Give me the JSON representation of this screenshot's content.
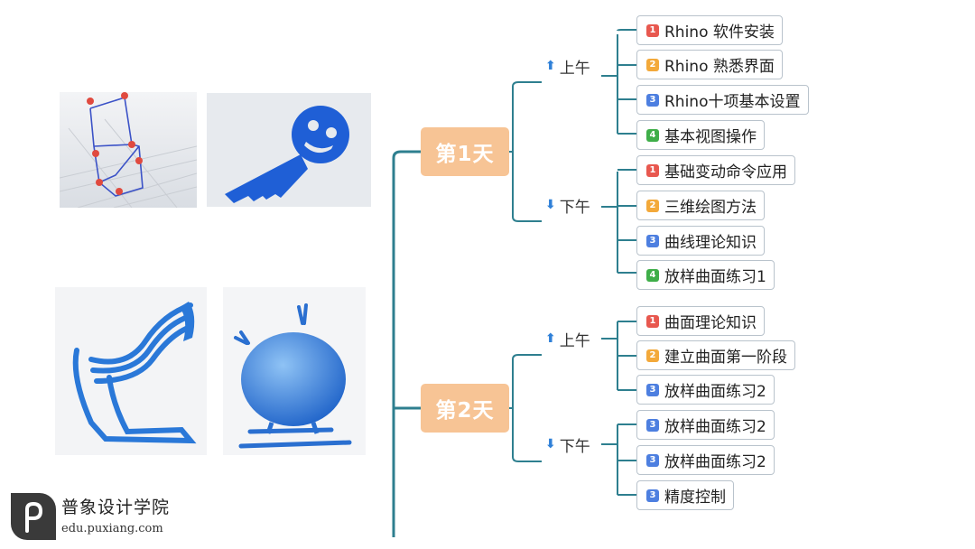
{
  "colors": {
    "accent_line": "#2e7f8f",
    "day_box": "#f7c495",
    "badge_1": "#e8584f",
    "badge_2": "#f3a93a",
    "badge_3": "#4d7fe0",
    "badge_4": "#3fae49"
  },
  "days": [
    {
      "label": "第1天",
      "periods": [
        {
          "label": "上午",
          "arrow": "⬆",
          "items": [
            {
              "n": "1",
              "color": "#e8584f",
              "text": "Rhino 软件安装"
            },
            {
              "n": "2",
              "color": "#f3a93a",
              "text": "Rhino 熟悉界面"
            },
            {
              "n": "3",
              "color": "#4d7fe0",
              "text": "Rhino十项基本设置"
            },
            {
              "n": "4",
              "color": "#3fae49",
              "text": "基本视图操作"
            }
          ]
        },
        {
          "label": "下午",
          "arrow": "⬇",
          "items": [
            {
              "n": "1",
              "color": "#e8584f",
              "text": "基础变动命令应用"
            },
            {
              "n": "2",
              "color": "#f3a93a",
              "text": "三维绘图方法"
            },
            {
              "n": "3",
              "color": "#4d7fe0",
              "text": "曲线理论知识"
            },
            {
              "n": "4",
              "color": "#3fae49",
              "text": "放样曲面练习1"
            }
          ]
        }
      ]
    },
    {
      "label": "第2天",
      "periods": [
        {
          "label": "上午",
          "arrow": "⬆",
          "items": [
            {
              "n": "1",
              "color": "#e8584f",
              "text": "曲面理论知识"
            },
            {
              "n": "2",
              "color": "#f3a93a",
              "text": "建立曲面第一阶段"
            },
            {
              "n": "3",
              "color": "#4d7fe0",
              "text": "放样曲面练习2"
            }
          ]
        },
        {
          "label": "下午",
          "arrow": "⬇",
          "items": [
            {
              "n": "3",
              "color": "#4d7fe0",
              "text": "放样曲面练习2"
            },
            {
              "n": "3",
              "color": "#4d7fe0",
              "text": "放样曲面练习2"
            },
            {
              "n": "3",
              "color": "#4d7fe0",
              "text": "精度控制"
            }
          ]
        }
      ]
    }
  ],
  "brand": {
    "name": "普象设计学院",
    "url": "edu.puxiang.com"
  }
}
